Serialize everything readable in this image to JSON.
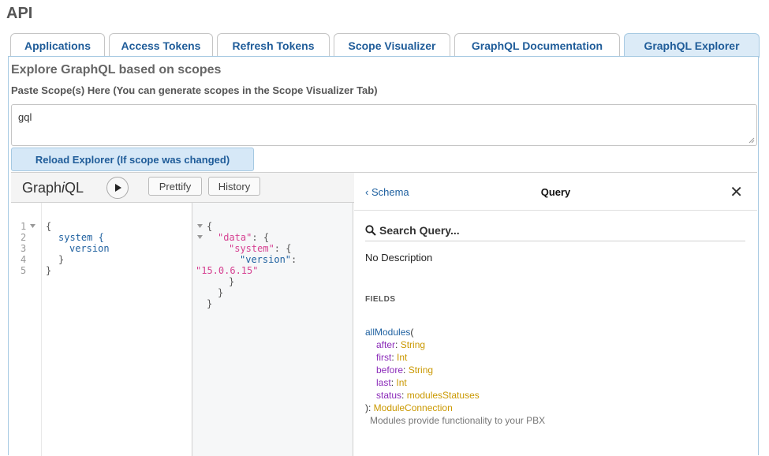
{
  "page": {
    "heading": "API"
  },
  "tabs": [
    {
      "label": "Applications"
    },
    {
      "label": "Access Tokens"
    },
    {
      "label": "Refresh Tokens"
    },
    {
      "label": "Scope Visualizer"
    },
    {
      "label": "GraphQL Documentation"
    },
    {
      "label": "GraphQL Explorer",
      "active": true
    }
  ],
  "explorer": {
    "title": "Explore GraphQL based on scopes",
    "scope_label": "Paste Scope(s) Here (You can generate scopes in the Scope Visualizer Tab)",
    "scope_value": "gql",
    "reload_label": "Reload Explorer (If scope was changed)"
  },
  "graphiql": {
    "logo_pre": "Graph",
    "logo_i": "i",
    "logo_post": "QL",
    "prettify_label": "Prettify",
    "history_label": "History",
    "query_line_numbers": [
      "1",
      "2",
      "3",
      "4",
      "5"
    ],
    "query_lines": {
      "l1": "{",
      "l2": "system {",
      "l3": "version",
      "l4": "}",
      "l5": "}"
    },
    "result": {
      "open": "{",
      "data_key": "\"data\"",
      "system_key": "\"system\"",
      "version_key": "\"version\"",
      "version_value": "\"15.0.6.15\"",
      "colon": ":",
      "brace_open": "{",
      "brace_close": "}"
    }
  },
  "docs": {
    "back_label": "Schema",
    "title": "Query",
    "search_placeholder": "Search Query...",
    "description": "No Description",
    "fields_label": "FIELDS",
    "field_name": "allModules",
    "open_paren": "(",
    "args": [
      {
        "name": "after",
        "type": "String"
      },
      {
        "name": "first",
        "type": "Int"
      },
      {
        "name": "before",
        "type": "String"
      },
      {
        "name": "last",
        "type": "Int"
      },
      {
        "name": "status",
        "type": "modulesStatuses"
      }
    ],
    "close_paren": "): ",
    "return_type": "ModuleConnection",
    "field_description": "Modules provide functionality to your PBX"
  }
}
